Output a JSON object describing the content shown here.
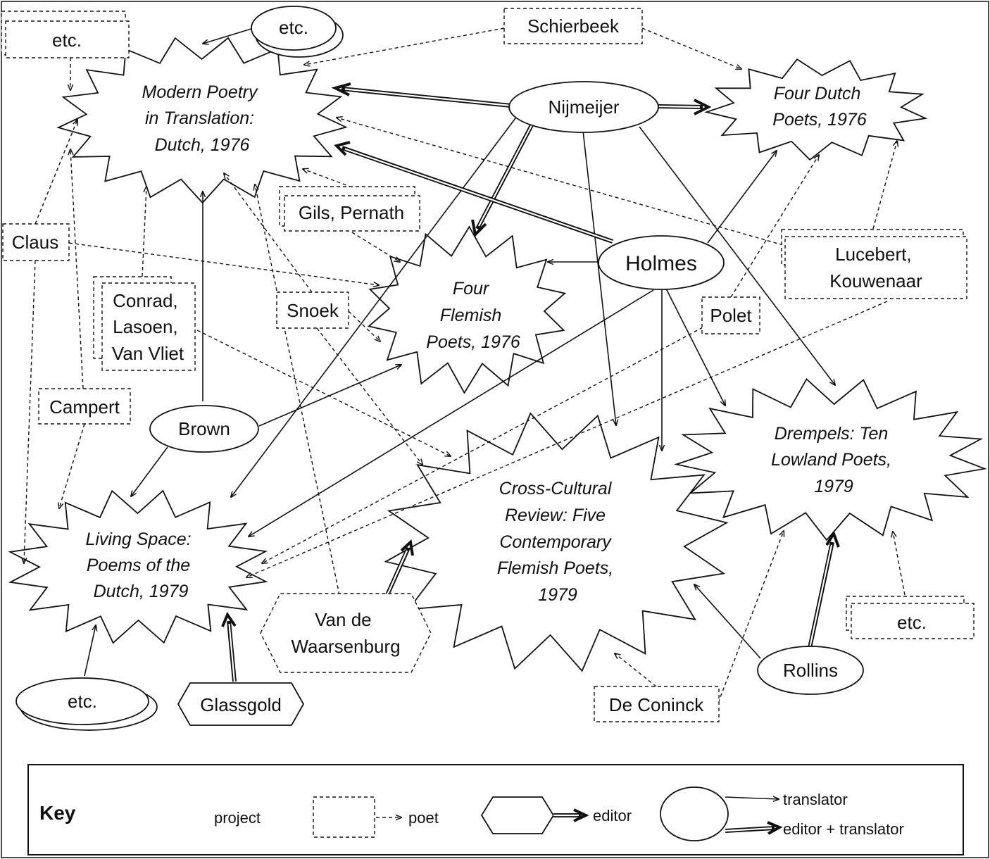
{
  "projects": {
    "modern_poetry": [
      "Modern Poetry",
      "in Translation:",
      "Dutch, 1976"
    ],
    "four_dutch": [
      "Four Dutch",
      "Poets, 1976"
    ],
    "four_flemish": [
      "Four",
      "Flemish",
      "Poets, 1976"
    ],
    "drempels": [
      "Drempels: Ten",
      "Lowland Poets,",
      "1979"
    ],
    "cross_cultural": [
      "Cross-Cultural",
      "Review: Five",
      "Contemporary",
      "Flemish Poets,",
      "1979"
    ],
    "living_space": [
      "Living Space:",
      "Poems of the",
      "Dutch, 1979"
    ]
  },
  "translators": {
    "nijmeijer": "Nijmeijer",
    "holmes": "Holmes",
    "brown": "Brown",
    "rollins": "Rollins",
    "etc_top": "etc.",
    "etc_bottom": "etc."
  },
  "editors": {
    "van_de_waarsenburg": [
      "Van de",
      "Waarsenburg"
    ],
    "glassgold": "Glassgold"
  },
  "poets": {
    "etc_topleft": "etc.",
    "schierbeek": "Schierbeek",
    "gils_pernath": "Gils, Pernath",
    "claus": "Claus",
    "conrad": [
      "Conrad,",
      "Lasoen,",
      "Van Vliet"
    ],
    "snoek": "Snoek",
    "campert": "Campert",
    "polet": "Polet",
    "lucebert": [
      "Lucebert,",
      "Kouwenaar"
    ],
    "de_coninck": "De Coninck",
    "etc_right": "etc."
  },
  "key": {
    "title": "Key",
    "project": "project",
    "poet": "poet",
    "editor": "editor",
    "translator": "translator",
    "editor_translator": "editor + translator"
  }
}
